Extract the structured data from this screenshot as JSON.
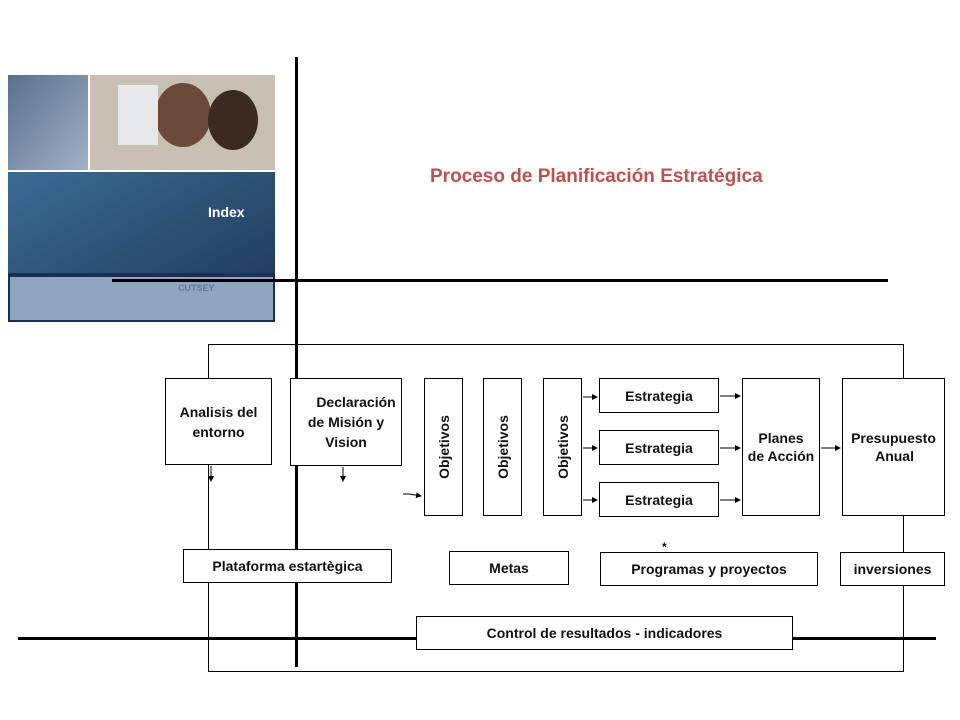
{
  "title": "Proceso de Planificación Estratégica",
  "photo": {
    "index_text": "Index",
    "banner_text": "CUTSEY",
    "icon": "office-stock-photo"
  },
  "nodes": {
    "analisis": [
      "Analisis del",
      "entorno"
    ],
    "declaracion": [
      "Declaración",
      "de Misión y",
      "Vision"
    ],
    "objetivos": [
      "Objetivos",
      "Objetivos",
      "Objetivos"
    ],
    "estrategias": [
      "Estrategia",
      "Estrategia",
      "Estrategia"
    ],
    "planes": [
      "Planes",
      "de Acción"
    ],
    "presupuesto": [
      "Presupuesto",
      "Anual"
    ]
  },
  "bottom": {
    "plataforma": "Plataforma estartègica",
    "metas": "Metas",
    "asterisk": "*",
    "programas": "Programas y proyectos",
    "inversiones": "inversiones",
    "control": "Control de resultados - indicadores"
  },
  "colors": {
    "title": "#c0504d",
    "lines": "#000000",
    "photo_bg": "#2a4a7a"
  }
}
